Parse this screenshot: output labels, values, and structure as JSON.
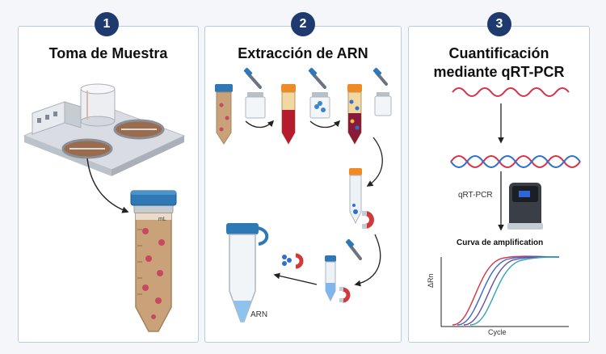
{
  "steps": [
    {
      "number": "1",
      "title": "Toma de Muestra"
    },
    {
      "number": "2",
      "title": "Extracción de ARN"
    },
    {
      "number": "3",
      "title_line1": "Cuantificación",
      "title_line2": "mediante qRT-PCR"
    }
  ],
  "labels": {
    "tube_unit": "mL",
    "arn": "ARN",
    "qrtpcr": "qRT-PCR",
    "curve_title": "Curva de amplification",
    "y_axis": "ΔRn",
    "x_axis": "Cycle"
  },
  "colors": {
    "badge": "#1e3a6e",
    "panel_border": "#b9cde0",
    "cap_blue": "#2e78b5",
    "rna_red": "#d8314a",
    "dna_blue": "#2e6fd0",
    "sample_brown": "#c9a27a"
  },
  "icons": [
    "wastewater-plant-icon",
    "conical-tube-icon",
    "pipette-icon",
    "vial-icon",
    "magnet-icon",
    "qpcr-instrument-icon",
    "rna-strand-icon",
    "cdna-helix-icon"
  ]
}
